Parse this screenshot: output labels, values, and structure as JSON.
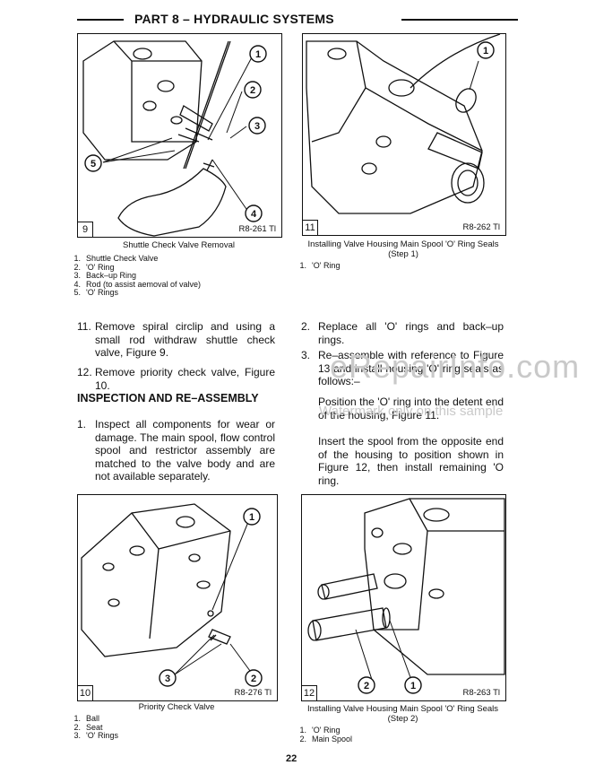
{
  "header": {
    "title": "PART 8 – HYDRAULIC SYSTEMS"
  },
  "figures": [
    {
      "number": "9",
      "ref": "R8-261 Tl",
      "caption": "Shuttle Check Valve Removal",
      "callouts": [
        "1",
        "2",
        "3",
        "4",
        "5"
      ],
      "legend": [
        {
          "n": "1.",
          "text": "Shuttle Check Valve"
        },
        {
          "n": "2.",
          "text": "'O' Ring"
        },
        {
          "n": "3.",
          "text": "Back–up Ring"
        },
        {
          "n": "4.",
          "text": "Rod (to assist aemoval of valve)"
        },
        {
          "n": "5.",
          "text": "'O' Rings"
        }
      ]
    },
    {
      "number": "11",
      "ref": "R8-262 Tl",
      "caption": "Installing Valve Housing Main Spool 'O' Ring Seals (Step 1)",
      "callouts": [
        "1"
      ],
      "legend": [
        {
          "n": "1.",
          "text": "'O' Ring"
        }
      ]
    },
    {
      "number": "10",
      "ref": "R8-276 Tl",
      "caption": "Priority Check Valve",
      "callouts": [
        "1",
        "2",
        "3"
      ],
      "legend": [
        {
          "n": "1.",
          "text": "Ball"
        },
        {
          "n": "2.",
          "text": "Seat"
        },
        {
          "n": "3.",
          "text": "'O' Rings"
        }
      ]
    },
    {
      "number": "12",
      "ref": "R8-263 Tl",
      "caption": "Installing Valve Housing Main Spool 'O' Ring Seals (Step 2)",
      "callouts": [
        "2",
        "1"
      ],
      "legend": [
        {
          "n": "1.",
          "text": "'O' Ring"
        },
        {
          "n": "2.",
          "text": "Main Spool"
        }
      ]
    }
  ],
  "left_column": {
    "step11": {
      "n": "11.",
      "text": "Remove spiral circlip and using a small rod withdraw shuttle check valve, Figure 9."
    },
    "step12": {
      "n": "12.",
      "text": "Remove priority check valve, Figure 10."
    },
    "heading": "INSPECTION AND RE–ASSEMBLY",
    "step1": {
      "n": "1.",
      "text": "Inspect all components for wear or damage. The main spool, flow control spool and restrictor assembly are matched to the valve body and are not available separately."
    }
  },
  "right_column": {
    "step2": {
      "n": "2.",
      "text": "Replace all 'O' rings and back–up rings."
    },
    "step3": {
      "n": "3.",
      "text": "Re–assemble with reference to Figure 13 and install housing 'O' ring seals as follows:–"
    },
    "sub1": "Position the 'O' ring into the detent end of the housing, Figure 11.",
    "sub2": "Insert the spool from the opposite end of the housing to position shown in Figure 12, then install remaining 'O ring."
  },
  "watermark": {
    "line1": "eRepairInfo.com",
    "line2": "Watermark only on this sample"
  },
  "page_number": "22"
}
